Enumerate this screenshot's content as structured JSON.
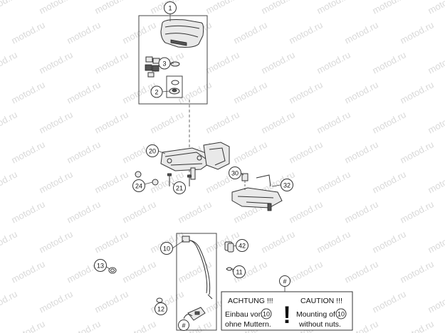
{
  "watermark": "motod.ru",
  "callouts": {
    "c1": "1",
    "c2": "2",
    "c3": "3",
    "c10": "10",
    "c11": "11",
    "c12": "12",
    "c13": "13",
    "c20": "20",
    "c21": "21",
    "c24": "24",
    "c30": "30",
    "c32": "32",
    "c42": "42",
    "hash_note": "#",
    "hash_cable": "#"
  },
  "note": {
    "de_title": "ACHTUNG !!!",
    "en_title": "CAUTION !!!",
    "exclamation": "!",
    "de_line1_pre": "Einbau von",
    "de_ref": "10",
    "de_line2": "ohne Muttern.",
    "en_line1_pre": "Mounting of",
    "en_ref": "10",
    "en_line2": "without nuts."
  }
}
